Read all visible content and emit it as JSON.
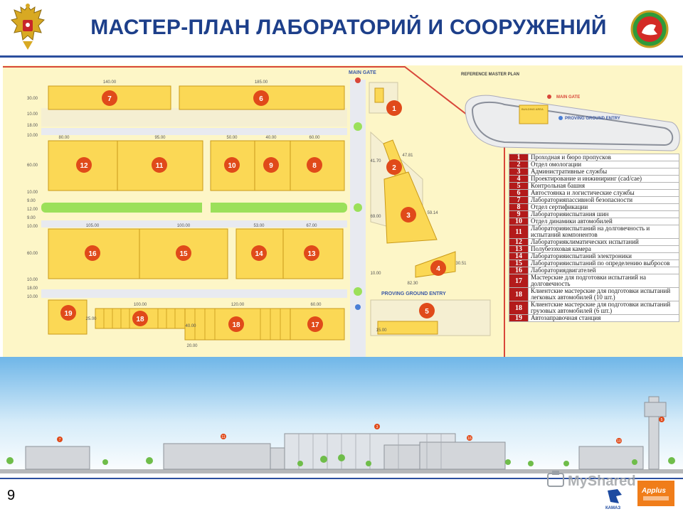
{
  "header": {
    "title": "МАСТЕР-ПЛАН ЛАБОРАТОРИЙ И СООРУЖЕНИЙ"
  },
  "plan": {
    "main_gate": "MAIN GATE",
    "proving_ground_entry": "PROVING GROUND ENTRY",
    "reference_title": "REFERENCE MASTER PLAN",
    "ref_main_gate": "MAIN GATE",
    "ref_building_area": "BUILDING AREA",
    "ref_proving_ground_entry": "PROVING GROUND ENTRY",
    "left_dims": [
      "30.00",
      "10.00",
      "18.00",
      "10.00",
      "60.00",
      "10.00",
      "9.00",
      "12.00",
      "9.00",
      "10.00",
      "60.00",
      "10.00",
      "18.00",
      "10.00"
    ],
    "top_dims": [
      "140.00",
      "185.00"
    ],
    "row2_dims": [
      "80.00",
      "95.00",
      "50.00",
      "40.00",
      "60.00"
    ],
    "row3_dims": [
      "105.00",
      "100.00",
      "53.00",
      "67.00"
    ],
    "row4_dims": [
      "100.00",
      "120.00",
      "60.00"
    ],
    "misc_dims": {
      "d25": "25.00",
      "d40": "40.00",
      "d20": "20.00",
      "d15": "15.00",
      "d4170": "41.70",
      "d4781": "47.81",
      "d6900": "69.00",
      "d5914": "59.14",
      "d3051": "30.51",
      "d1000": "10.00",
      "d8230": "82.30"
    },
    "markers": [
      "1",
      "2",
      "3",
      "4",
      "5",
      "6",
      "7",
      "8",
      "9",
      "10",
      "11",
      "12",
      "13",
      "14",
      "15",
      "16",
      "17",
      "18",
      "18",
      "19"
    ]
  },
  "legend": [
    {
      "n": "1",
      "t": "Проходная и бюро пропусков"
    },
    {
      "n": "2",
      "t": "Отдел омологации"
    },
    {
      "n": "3",
      "t": "Административные службы"
    },
    {
      "n": "4",
      "t": "Проектирование и инжиниринг (cad/cae)"
    },
    {
      "n": "5",
      "t": "Контрольная башня"
    },
    {
      "n": "6",
      "t": "Автостоянка и логистические службы"
    },
    {
      "n": "7",
      "t": "Лабораторияпассивной безопасности"
    },
    {
      "n": "8",
      "t": "Отдел сертификации"
    },
    {
      "n": "9",
      "t": "Лабораторияиспытания шин"
    },
    {
      "n": "10",
      "t": "Отдел динамики автомобилей"
    },
    {
      "n": "11",
      "t": "Лабораторияиспытаний на долговечность и испытаний компонентов"
    },
    {
      "n": "12",
      "t": "Лабораторияклиматических испытаний"
    },
    {
      "n": "13",
      "t": "Полубезэховая камера"
    },
    {
      "n": "14",
      "t": "Лабораторияиспытаний электроники"
    },
    {
      "n": "15",
      "t": "Лабораторияиспытаний по определению выбросов"
    },
    {
      "n": "16",
      "t": "Лабораториядвигателей"
    },
    {
      "n": "17",
      "t": "Мастерские для подготовки испытаний на долговечность"
    },
    {
      "n": "18",
      "t": "Клиентские мастерские для подготовки испытаний легковых автомобилей (10 шт.)"
    },
    {
      "n": "18",
      "t": "Клиентские мастерские для подготовки испытаний грузовых автомобилей (6 шт.)"
    },
    {
      "n": "19",
      "t": "Автозаправочная станция"
    }
  ],
  "elevation_markers": [
    "7",
    "11",
    "3",
    "16",
    "10",
    "5"
  ],
  "footer": {
    "page_number": "9",
    "watermark": "MyShared",
    "kamaz": "КАМАЗ",
    "applus": "Applus"
  },
  "colors": {
    "title": "#1d3f8a",
    "building_fill": "#fbd855",
    "building_stroke": "#c99a1a",
    "marker": "#e04a1a",
    "road": "#dfe3ee",
    "green": "#9be05a",
    "legend_number_bg": "#b31b1b"
  },
  "icons": [
    "russia-coat-of-arms-icon",
    "tatarstan-emblem-icon",
    "myshared-logo-icon",
    "kamaz-logo-icon",
    "applus-logo-icon"
  ]
}
